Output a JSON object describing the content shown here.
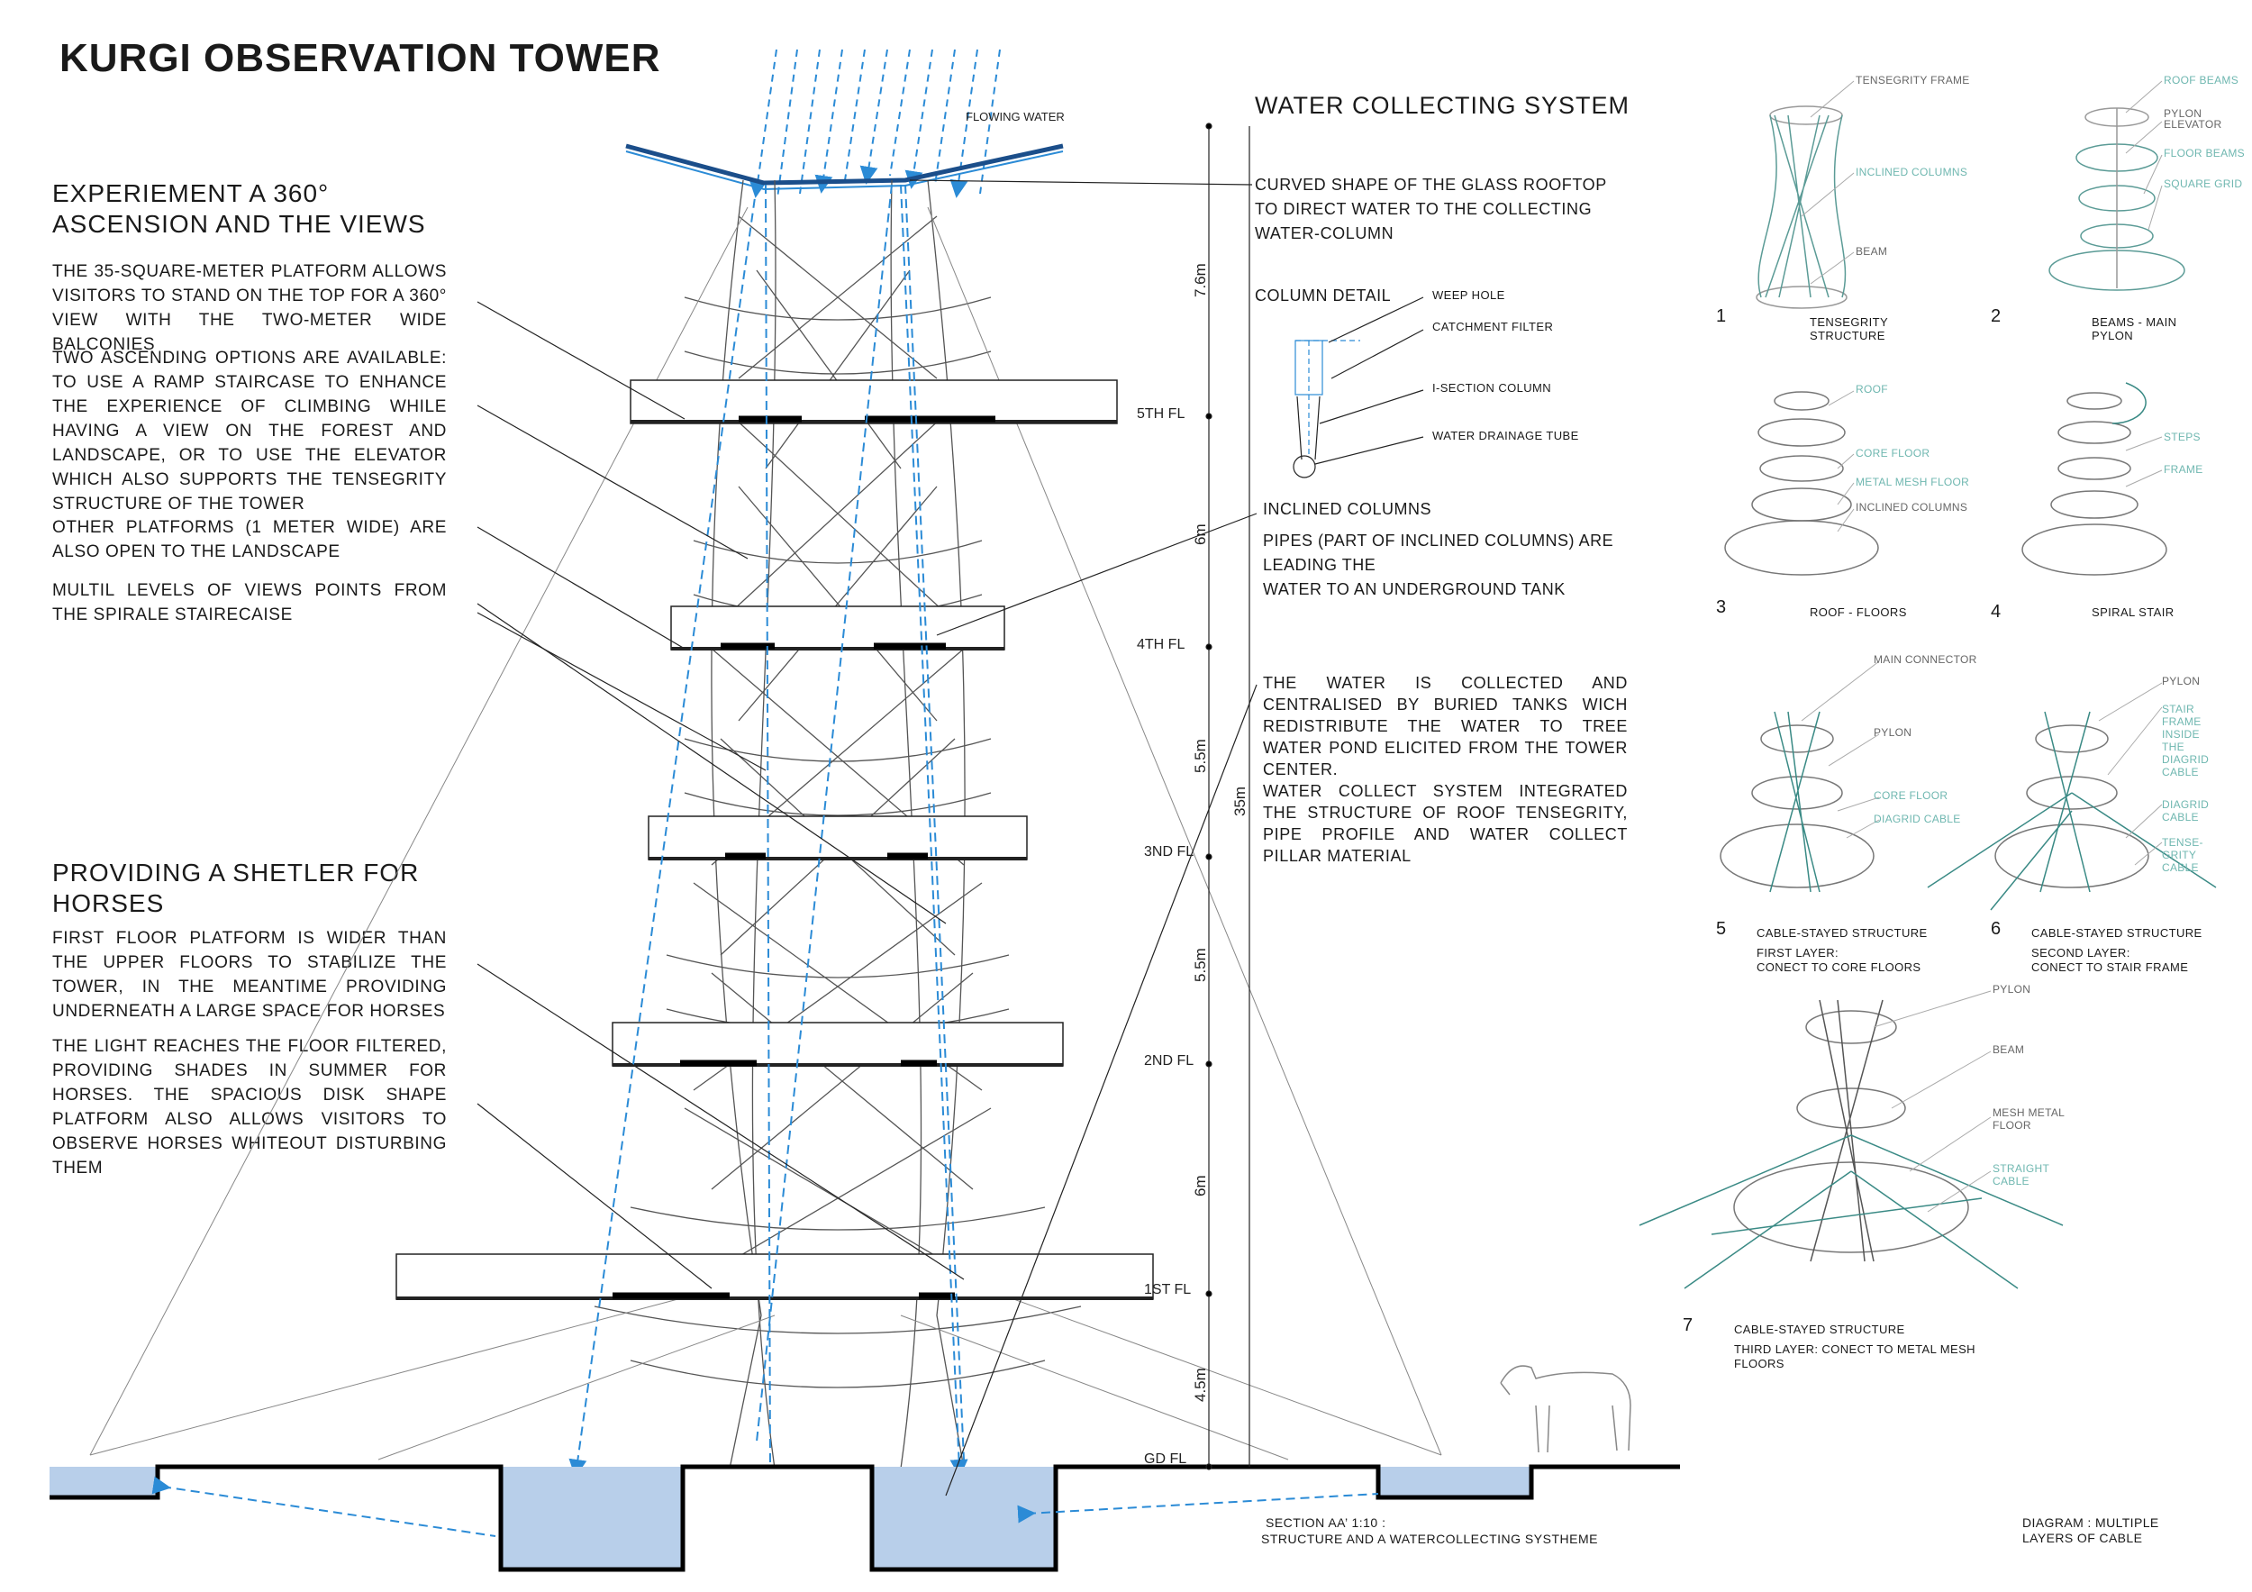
{
  "title": "KURGI OBSERVATION TOWER",
  "left": {
    "section1_heading": "EXPERIEMENT A 360° ASCENSION AND THE VIEWS",
    "section1_paras": [
      "THE 35-SQUARE-METER PLATFORM ALLOWS VISITORS TO STAND ON THE TOP FOR A 360° VIEW WITH THE TWO-METER WIDE BALCONIES",
      "TWO ASCENDING OPTIONS ARE AVAILABLE: TO USE A RAMP STAIRCASE TO ENHANCE THE EXPERIENCE OF CLIMBING WHILE HAVING A VIEW ON THE FOREST AND LANDSCAPE, OR TO USE THE ELEVATOR WHICH ALSO SUPPORTS THE TENSEGRITY STRUCTURE OF THE TOWER",
      "OTHER PLATFORMS (1 METER WIDE) ARE ALSO OPEN TO THE LANDSCAPE",
      "MULTIL LEVELS OF VIEWS POINTS FROM THE SPIRALE STAIRECAISE"
    ],
    "section2_heading": "PROVIDING  A SHETLER FOR HORSES",
    "section2_paras": [
      "FIRST FLOOR PLATFORM IS WIDER THAN THE UPPER FLOORS TO STABILIZE THE TOWER, IN THE MEANTIME PROVIDING UNDERNEATH A LARGE SPACE FOR HORSES",
      "THE LIGHT REACHES THE FLOOR FILTERED, PROVIDING SHADES IN SUMMER FOR HORSES. THE SPACIOUS DISK SHAPE PLATFORM ALSO ALLOWS VISITORS TO OBSERVE HORSES WHITEOUT DISTURBING THEM"
    ]
  },
  "section": {
    "flowing_water": "FLOWING WATER",
    "floors": [
      "5TH FL",
      "4TH FL",
      "3ND FL",
      "2ND FL",
      "1ST FL",
      "GD FL"
    ],
    "dims": [
      "7.6m",
      "6m",
      "5.5m",
      "5.5m",
      "6m",
      "4.5m"
    ],
    "total": "35m",
    "caption_line1": "SECTION AA’ 1:10 :",
    "caption_line2": "STRUCTURE AND A WATERCOLLECTING SYSTHEME"
  },
  "water": {
    "heading": "WATER COLLECTING SYSTEM",
    "curved_text": "CURVED SHAPE OF THE GLASS ROOFTOP TO DIRECT WATER TO THE COLLECTING WATER-COLUMN",
    "column_detail": "COLUMN DETAIL",
    "detail_labels": [
      "WEEP HOLE",
      "CATCHMENT FILTER",
      "I-SECTION COLUMN",
      "WATER DRAINAGE  TUBE"
    ],
    "inclined_heading": "INCLINED COLUMNS",
    "inclined_text": "PIPES (PART OF INCLINED COLUMNS) ARE LEADING THE\nWATER TO AN UNDERGROUND TANK",
    "collected_text": "THE WATER IS COLLECTED AND CENTRALISED BY  BURIED TANKS WICH REDISTRIBUTE THE WATER TO TREE WATER POND ELICITED FROM THE TOWER CENTER.\nWATER COLLECT SYSTEM INTEGRATED THE STRUCTURE OF ROOF TENSEGRITY, PIPE PROFILE AND WATER COLLECT PILLAR MATERIAL"
  },
  "diagrams": [
    {
      "num": "1",
      "caption": "TENSEGRITY\nSTRUCTURE",
      "labels": [
        "TENSEGRITY FRAME",
        "INCLINED COLUMNS",
        "BEAM"
      ]
    },
    {
      "num": "2",
      "caption": "BEAMS - MAIN\nPYLON",
      "labels": [
        "ROOF BEAMS",
        "PYLON\nELEVATOR",
        "FLOOR BEAMS",
        "SQUARE GRID"
      ]
    },
    {
      "num": "3",
      "caption": "ROOF - FLOORS",
      "labels": [
        "ROOF",
        "CORE FLOOR",
        "METAL MESH  FLOOR",
        "INCLINED COLUMNS"
      ]
    },
    {
      "num": "4",
      "caption": "SPIRAL STAIR",
      "labels": [
        "STEPS",
        "FRAME"
      ]
    },
    {
      "num": "5",
      "caption": "CABLE-STAYED STRUCTURE",
      "sub": "FIRST LAYER:\nCONECT TO CORE FLOORS",
      "labels": [
        "MAIN CONNECTOR",
        "PYLON",
        "CORE FLOOR",
        "DIAGRID CABLE"
      ]
    },
    {
      "num": "6",
      "caption": "CABLE-STAYED STRUCTURE",
      "sub": "SECOND LAYER:\nCONECT TO STAIR FRAME",
      "labels": [
        "PYLON",
        "STAIR\nFRAME\nINSIDE\nTHE\nDIAGRID\nCABLE",
        "DIAGRID\nCABLE",
        "TENSE-\nGRITY\nCABLE"
      ]
    },
    {
      "num": "7",
      "caption": "CABLE-STAYED STRUCTURE",
      "sub": "THIRD LAYER: CONECT TO METAL MESH\nFLOORS",
      "labels": [
        "PYLON",
        "BEAM",
        "MESH METAL\nFLOOR",
        "STRAIGHT\nCABLE"
      ]
    }
  ],
  "diagram_footer": "DIAGRAM : MULTIPLE\nLAYERS OF CABLE"
}
